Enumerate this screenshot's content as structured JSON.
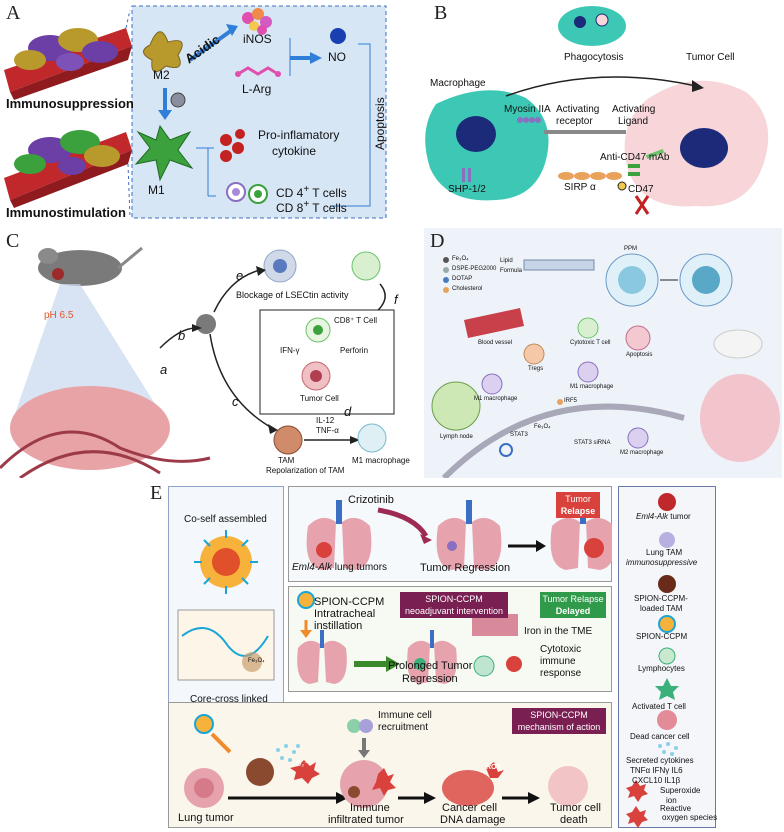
{
  "panels": {
    "A": {
      "letter": "A",
      "immunosuppression": "Immunosuppression",
      "immunostimulation": "Immunostimulation",
      "m2": "M2",
      "m1": "M1",
      "acidic": "Acidic",
      "inos": "iNOS",
      "l_arg": "L-Arg",
      "no": "NO",
      "pro_inflammatory": "Pro-inflamatory",
      "cytokine": "cytokine",
      "cd4_prefix": "CD 4",
      "cd8_prefix": "CD 8",
      "t_cells": " T cells",
      "apoptosis": "Apoptosis"
    },
    "B": {
      "letter": "B",
      "macrophage": "Macrophage",
      "phagocytosis": "Phagocytosis",
      "tumor_cell": "Tumor Cell",
      "myosin": "Myosin IIA",
      "activating_receptor_1": "Activating",
      "activating_receptor_2": "receptor",
      "activating_ligand_1": "Activating",
      "activating_ligand_2": "Ligand",
      "anti_cd47": "Anti-CD47 mAb",
      "shp": "SHP-1/2",
      "sirp": "SIRP α",
      "cd47": "CD47"
    },
    "C": {
      "letter": "C",
      "ph": "pH 6.5",
      "label_a": "a",
      "label_b": "b",
      "label_c": "c",
      "label_d": "d",
      "label_e": "e",
      "label_f": "f",
      "blockage": "Blockage of LSECtin activity",
      "cd8_t": "CD8⁺ T Cell",
      "ifn": "IFN-γ",
      "perforin": "Perforin",
      "tumor_cell": "Tumor Cell",
      "il12": "IL-12",
      "tnf": "TNF-α",
      "tam": "TAM",
      "repolarization": "Repolarization of TAM",
      "m1_macrophage": "M1 macrophage"
    },
    "D": {
      "letter": "D",
      "legend": [
        "Fe₃O₄",
        "DSPE-PEG2000",
        "DOTAP",
        "Cholesterol"
      ],
      "lipid": "Lipid",
      "formula": "Formula",
      "ppm": "PPM",
      "blood_vessel": "Blood vessel",
      "cytotoxic_t": "Cytotoxic T cell",
      "tregs": "Tregs",
      "apoptosis": "Apoptosis",
      "lymph_node": "Lymph node",
      "m1_macro_1": "M1 macrophage",
      "m1_macro_2": "M1 macrophage",
      "m2_macro": "M2 macrophage",
      "irf": "IRF5",
      "stat3": "STAT3",
      "fe3o4": "Fe₃O₄",
      "sirna": "STAT3 siRNA"
    },
    "E": {
      "letter": "E",
      "co_self": "Co-self assembled",
      "core_cross": "Core-cross linked",
      "fe3o4": "Fe₃O₄",
      "crizotinib": "Crizotinib",
      "tumor_relapse_1": "Tumor",
      "tumor_relapse_2": "Relapse",
      "eml4_alk": "Eml4-Alk",
      "lung_tumors": " lung tumors",
      "tumor_regression": "Tumor Regression",
      "spion_ccpm": "SPION-CCPM",
      "intratracheal": "Intratracheal",
      "instillation": "instillation",
      "neoadjuvant_1": "SPION-CCPM",
      "neoadjuvant_2": "neoadjuvant intervention",
      "relapse_delayed_1": "Tumor Relapse",
      "relapse_delayed_2": "Delayed",
      "iron_tme": "Iron in the TME",
      "cytotoxic_1": "Cytotoxic",
      "cytotoxic_2": "immune",
      "cytotoxic_3": "response",
      "prolonged_1": "Prolonged Tumor",
      "prolonged_2": "Regression",
      "immune_recruit_1": "Immune cell",
      "immune_recruit_2": "recruitment",
      "mechanism_1": "SPION-CCPM",
      "mechanism_2": "mechanism of action",
      "lung_tumor": "Lung tumor",
      "immune_infil_1": "Immune",
      "immune_infil_2": "infiltrated tumor",
      "cancer_dna_1": "Cancer cell",
      "cancer_dna_2": "DNA damage",
      "tumor_death_1": "Tumor cell",
      "tumor_death_2": "death",
      "ros": "ROS",
      "o2": "O₂⁻",
      "legend": {
        "eml4_tumor_a": "Eml4-Alk",
        "eml4_tumor_b": " tumor",
        "lung_tam_1": "Lung TAM",
        "lung_tam_2": "immunosuppressive",
        "spion_loaded_1": "SPION-CCPM-",
        "spion_loaded_2": "loaded TAM",
        "spion": "SPION-CCPM",
        "lymphocytes": "Lymphocytes",
        "activated_t": "Activated T cell",
        "dead_cancer": "Dead cancer cell",
        "secreted_1": "Secreted cytokines",
        "secreted_2": "TNFα IFNγ IL6",
        "secreted_3": "CXCL10 IL1β",
        "superoxide_1": "Superoxide",
        "superoxide_2": "ion",
        "reactive_1": "Reactive",
        "reactive_2": "oxygen",
        "reactive_3": "species"
      }
    }
  },
  "colors": {
    "panelA_bg": "#d6e6f5",
    "vessel_red": "#c0282c",
    "m2_gold": "#b89a2c",
    "m1_green": "#3aa13c",
    "arrow_blue": "#2f7fd8",
    "macrophage_teal": "#3cc8b4",
    "tumor_pink": "#f7d5d8",
    "nucleus_navy": "#1c2a7a",
    "relapse_red": "#d9413c",
    "delayed_green": "#2f9a4a",
    "mechanism_purple": "#7a1f52",
    "lung_pink": "#e6a3ad"
  }
}
